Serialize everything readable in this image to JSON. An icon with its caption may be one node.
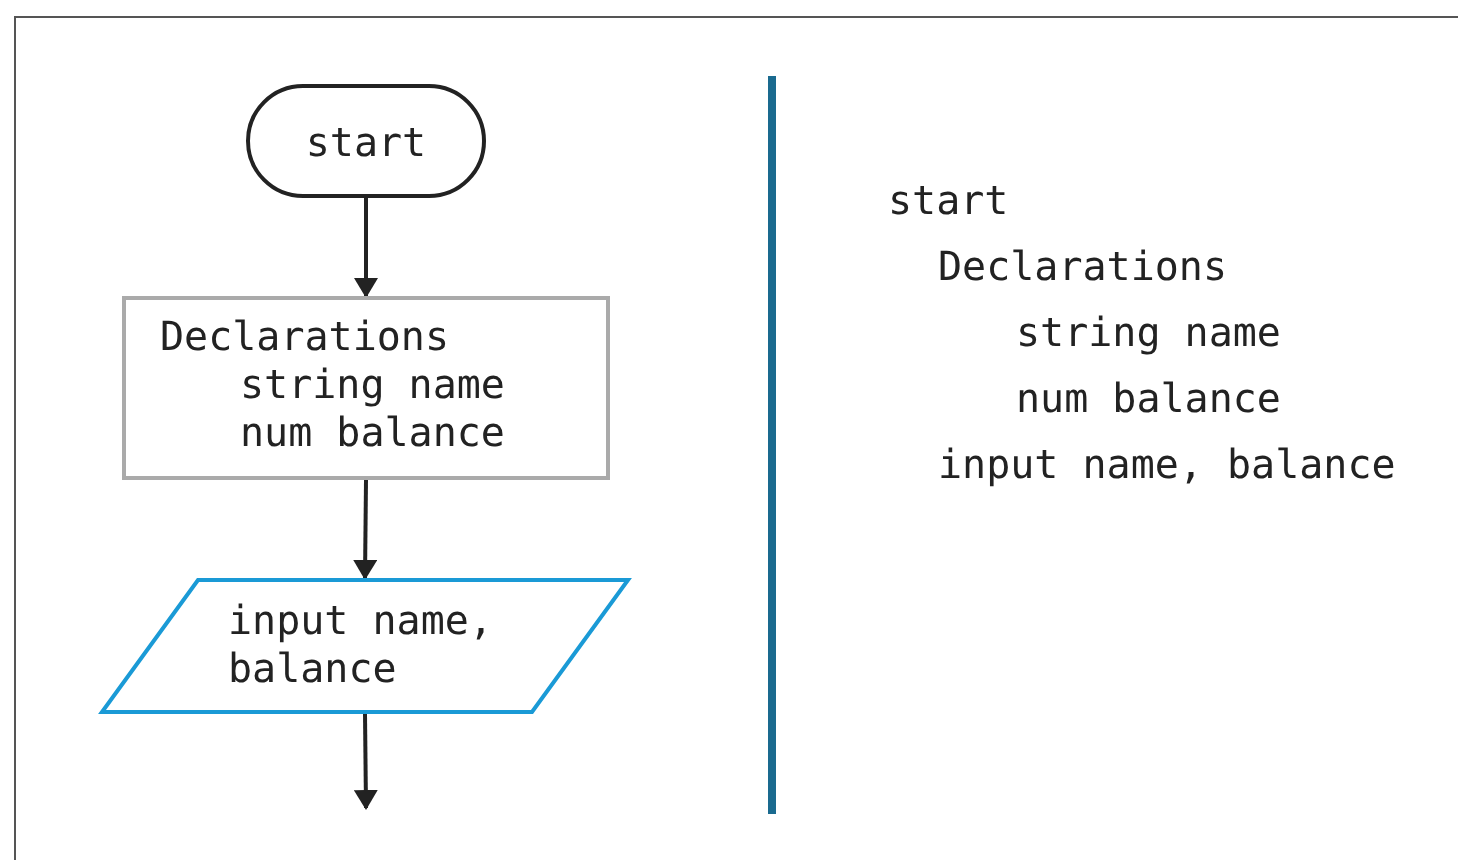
{
  "diagram": {
    "nodes": [
      {
        "text": [
          "start"
        ]
      },
      {
        "text": [
          "Declarations",
          "string name",
          "num balance"
        ]
      },
      {
        "text": [
          "input name, balance"
        ]
      }
    ],
    "edges": [
      {
        "from": 0,
        "to": 1,
        "arrow": "to"
      },
      {
        "from": 1,
        "to": 2,
        "arrow": "to"
      },
      {
        "from": 2,
        "to": null,
        "arrow": "to"
      }
    ],
    "labels": [
      "start",
      "Declarations",
      "string name",
      "num balance",
      "input name, balance"
    ]
  }
}
